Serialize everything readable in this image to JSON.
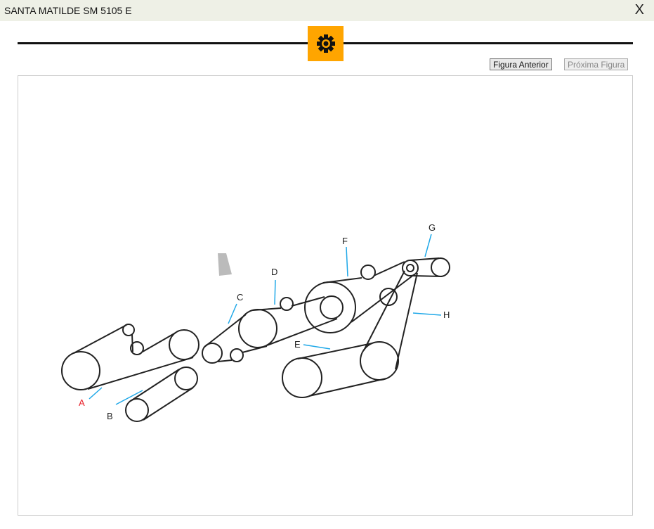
{
  "window": {
    "title": "SANTA MATILDE SM 5105 E",
    "close": "X"
  },
  "toolbar": {
    "prev_label": "Figura Anterior",
    "next_label": "Próxima Figura"
  },
  "diagram": {
    "labels": {
      "A": "A",
      "B": "B",
      "C": "C",
      "D": "D",
      "E": "E",
      "F": "F",
      "G": "G",
      "H": "H"
    },
    "colors": {
      "accent": "#ffa500",
      "arrow": "#1fa8e8",
      "selected": "#e8202a"
    }
  }
}
